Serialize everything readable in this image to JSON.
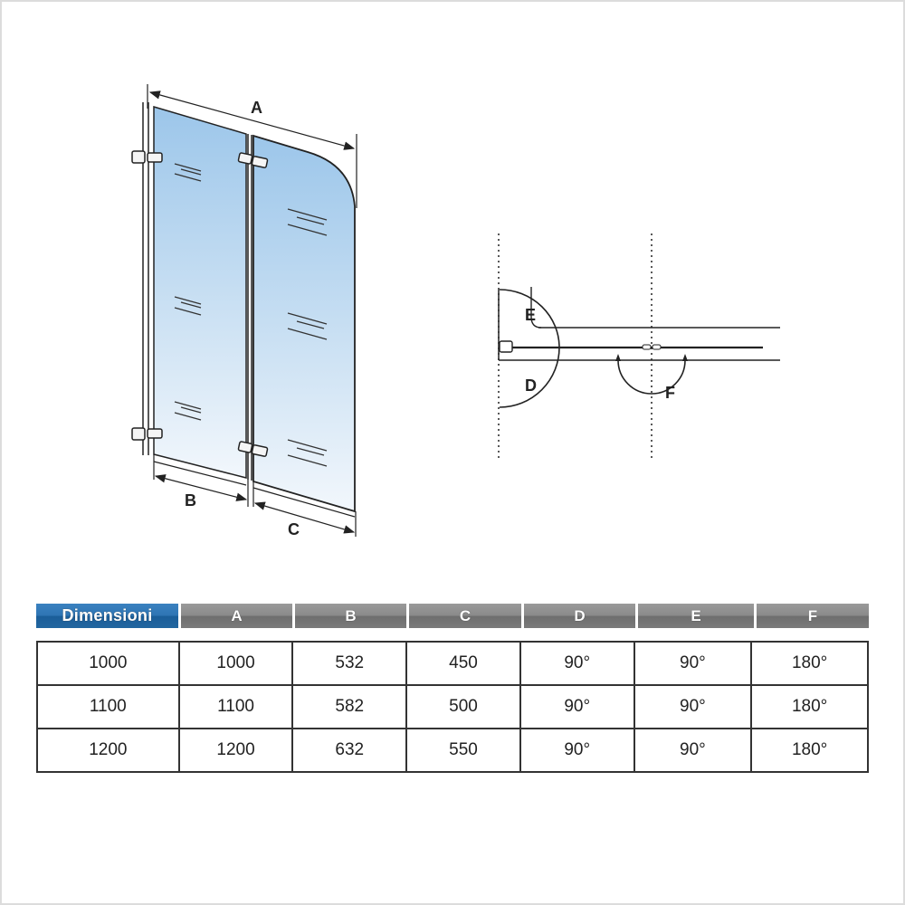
{
  "diagram": {
    "panel_view_labels": {
      "A": "A",
      "B": "B",
      "C": "C"
    },
    "plan_view_labels": {
      "D": "D",
      "E": "E",
      "F": "F"
    },
    "colors": {
      "glass_top": "#9cc6ea",
      "glass_bottom": "#eef5fc",
      "line": "#222222"
    }
  },
  "table": {
    "headers": [
      "Dimensioni",
      "A",
      "B",
      "C",
      "D",
      "E",
      "F"
    ],
    "header_colors": {
      "first": "#2e74b3",
      "rest": "#808080"
    },
    "rows": [
      [
        "1000",
        "1000",
        "532",
        "450",
        "90°",
        "90°",
        "180°"
      ],
      [
        "1100",
        "1100",
        "582",
        "500",
        "90°",
        "90°",
        "180°"
      ],
      [
        "1200",
        "1200",
        "632",
        "550",
        "90°",
        "90°",
        "180°"
      ]
    ]
  }
}
